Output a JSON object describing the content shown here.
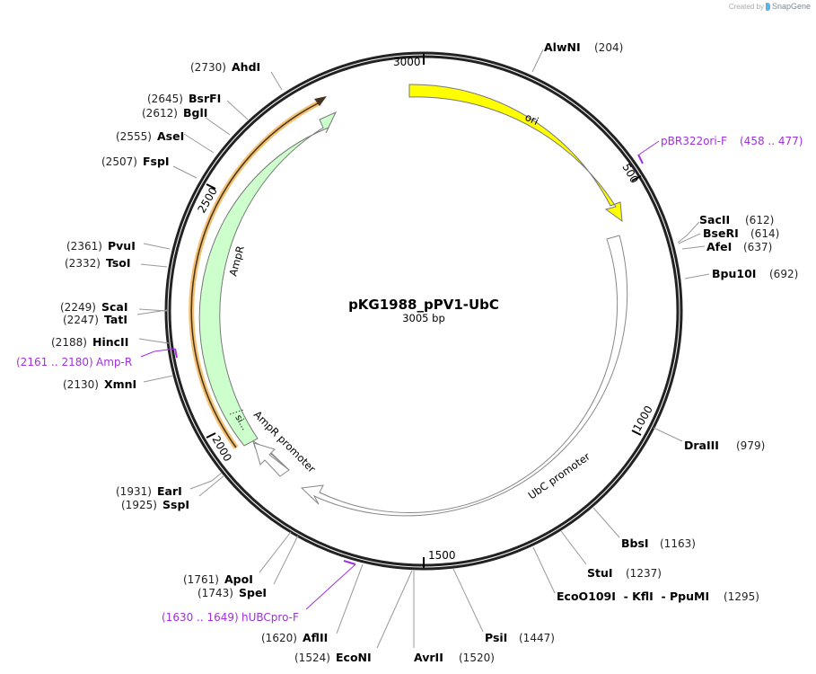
{
  "credit": {
    "prefix": "Created by",
    "brand": "SnapGene"
  },
  "plasmid": {
    "name": "pKG1988_pPV1-UbC",
    "length_label": "3005 bp",
    "length": 3005
  },
  "ticks": [
    {
      "label": "3000"
    },
    {
      "label": "500"
    },
    {
      "label": "1000"
    },
    {
      "label": "1500"
    },
    {
      "label": "2000"
    },
    {
      "label": "2500"
    }
  ],
  "features": [
    {
      "name": "ori",
      "color": "#ffff00"
    },
    {
      "name": "UbC promoter",
      "color": "#ffffff"
    },
    {
      "name": "AmpR promoter",
      "color": "#ffffff"
    },
    {
      "name": "AmpR",
      "color": "#ccffcc"
    },
    {
      "name": "si…",
      "color": "#ccffcc"
    }
  ],
  "enzymes": [
    {
      "name": "AlwNI",
      "pos": "(204)"
    },
    {
      "name": "SacII",
      "pos": "(612)"
    },
    {
      "name": "BseRI",
      "pos": "(614)"
    },
    {
      "name": "AfeI",
      "pos": "(637)"
    },
    {
      "name": "Bpu10I",
      "pos": "(692)"
    },
    {
      "name": "DraIII",
      "pos": "(979)"
    },
    {
      "name": "BbsI",
      "pos": "(1163)"
    },
    {
      "name": "StuI",
      "pos": "(1237)"
    },
    {
      "name": "EcoO109I  - KflI  - PpuMI",
      "pos": "(1295)"
    },
    {
      "name": "PsiI",
      "pos": "(1447)"
    },
    {
      "name": "AvrII",
      "pos": "(1520)"
    },
    {
      "name": "EcoNI",
      "pos": "(1524)"
    },
    {
      "name": "AflII",
      "pos": "(1620)"
    },
    {
      "name": "SpeI",
      "pos": "(1743)"
    },
    {
      "name": "ApoI",
      "pos": "(1761)"
    },
    {
      "name": "SspI",
      "pos": "(1925)"
    },
    {
      "name": "EarI",
      "pos": "(1931)"
    },
    {
      "name": "XmnI",
      "pos": "(2130)"
    },
    {
      "name": "HincII",
      "pos": "(2188)"
    },
    {
      "name": "TatI",
      "pos": "(2247)"
    },
    {
      "name": "ScaI",
      "pos": "(2249)"
    },
    {
      "name": "TsoI",
      "pos": "(2332)"
    },
    {
      "name": "PvuI",
      "pos": "(2361)"
    },
    {
      "name": "FspI",
      "pos": "(2507)"
    },
    {
      "name": "AseI",
      "pos": "(2555)"
    },
    {
      "name": "BglI",
      "pos": "(2612)"
    },
    {
      "name": "BsrFI",
      "pos": "(2645)"
    },
    {
      "name": "AhdI",
      "pos": "(2730)"
    }
  ],
  "primers": [
    {
      "name": "pBR322ori-F",
      "range": "(458 .. 477)"
    },
    {
      "name": "Amp-R",
      "range": "(2161 .. 2180)"
    },
    {
      "name": "hUBCpro-F",
      "range": "(1630 .. 1649)"
    }
  ],
  "colors": {
    "primer": "#a030e0",
    "ori": "#ffff00",
    "ampr": "#ccffcc",
    "orf": "#f5c070",
    "backbone": "#222222"
  }
}
